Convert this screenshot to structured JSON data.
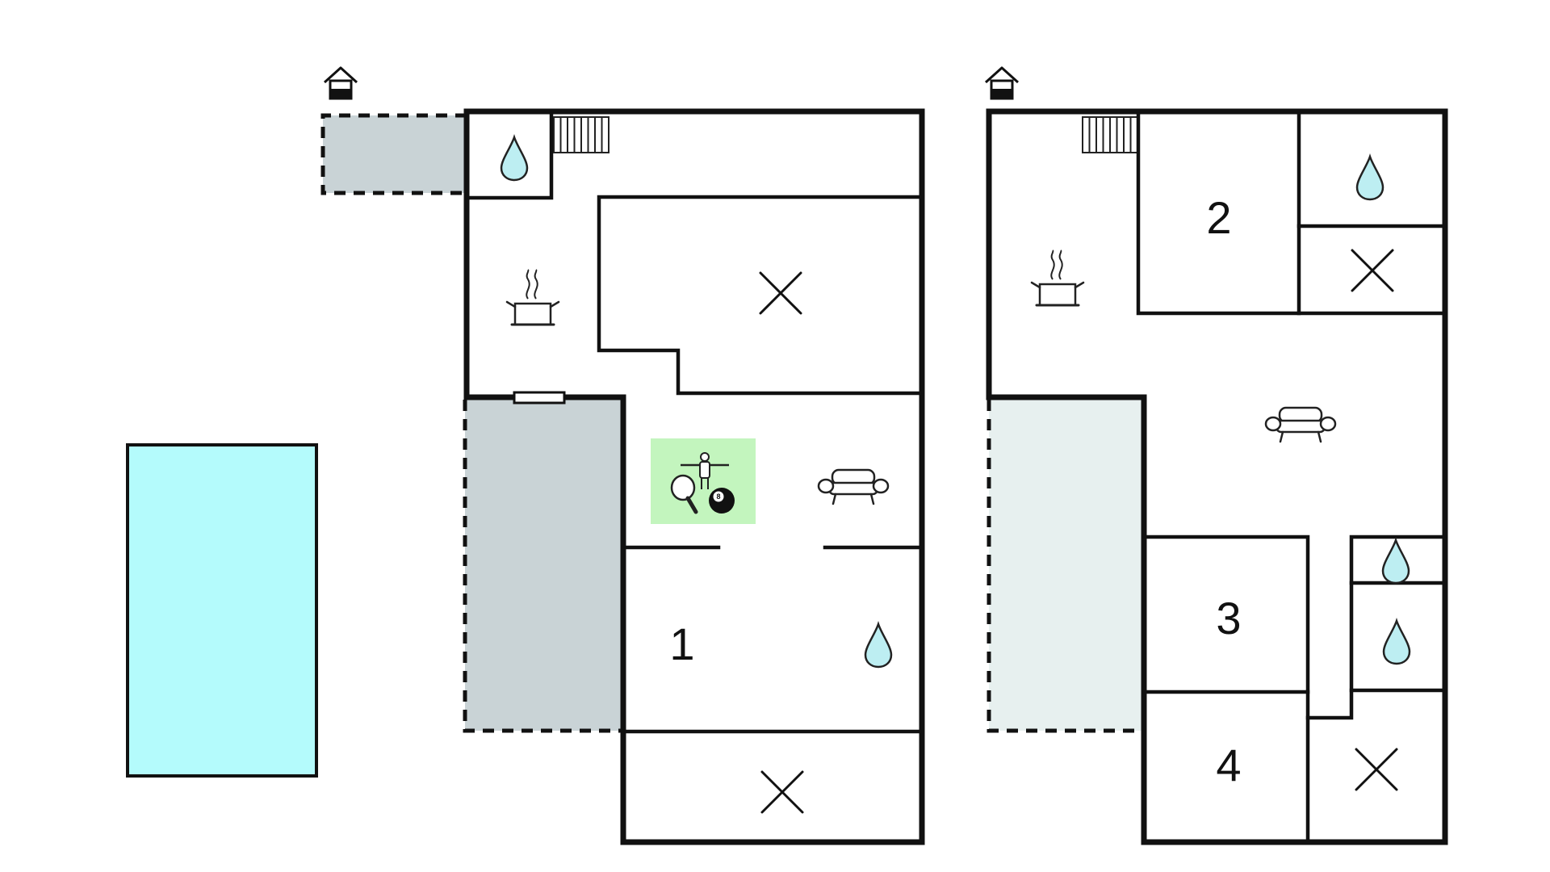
{
  "colors": {
    "wall": "#111111",
    "terrace_dark": "#c9d3d6",
    "terrace_light": "#e7f0ef",
    "pool": "#b4fbfc",
    "games_area": "#c3f5be",
    "water_drop": "#bdeef2"
  },
  "icons": {
    "entrance": "house-entrance-icon",
    "bathroom": "water-drop-icon",
    "kitchen": "cooking-pot-icon",
    "living": "sofa-icon",
    "games": "games-room-icon",
    "storage": "cross-mark-icon",
    "stairs": "staircase-icon"
  },
  "ground_floor": {
    "rooms": [
      {
        "id": "bedroom-1",
        "label": "1"
      }
    ]
  },
  "upper_floor": {
    "rooms": [
      {
        "id": "bedroom-2",
        "label": "2"
      },
      {
        "id": "bedroom-3",
        "label": "3"
      },
      {
        "id": "bedroom-4",
        "label": "4"
      }
    ]
  }
}
